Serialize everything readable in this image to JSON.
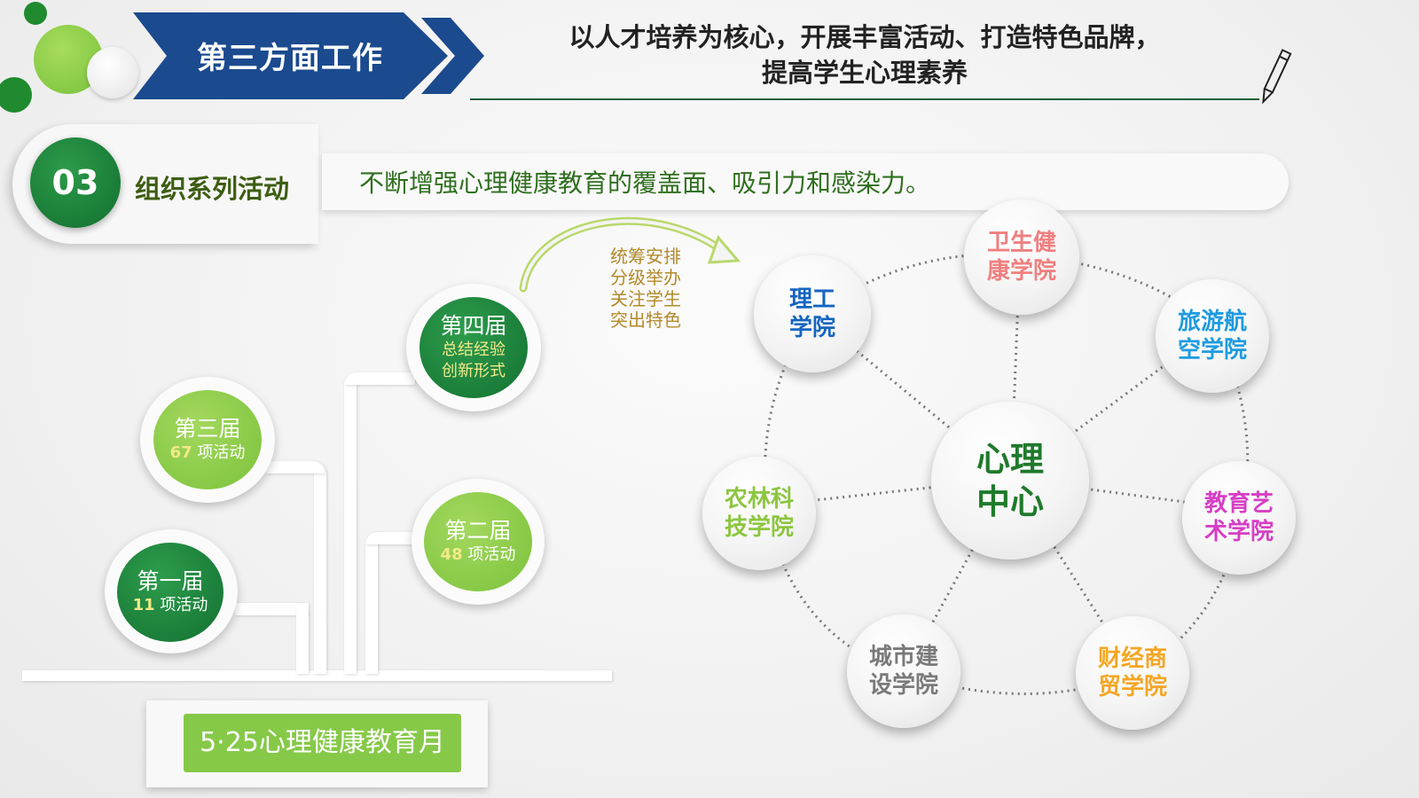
{
  "header": {
    "banner_title": "第三方面工作",
    "subtitle_line1": "以人才培养为核心，开展丰富活动、打造特色品牌，",
    "subtitle_line2": "提高学生心理素养",
    "pen_icon": "pen-icon"
  },
  "section": {
    "number": "03",
    "label": "组织系列活动",
    "description": "不断增强心理健康教育的覆盖面、吸引力和感染力。"
  },
  "tree": {
    "editions": [
      {
        "title": "第一届",
        "count": "11",
        "unit": "项活动"
      },
      {
        "title": "第二届",
        "count": "48",
        "unit": "项活动"
      },
      {
        "title": "第三届",
        "count": "67",
        "unit": "项活动"
      },
      {
        "title": "第四届",
        "line2": "总结经验",
        "line3": "创新形式"
      }
    ],
    "base_label": "5·25心理健康教育月",
    "arrow_notes": [
      "统筹安排",
      "分级举办",
      "关注学生",
      "突出特色"
    ]
  },
  "network": {
    "center": {
      "line1": "心理",
      "line2": "中心",
      "color": "#1f7a2b"
    },
    "nodes": [
      {
        "line1": "理工",
        "line2": "学院",
        "color": "#1565c0"
      },
      {
        "line1": "卫生健",
        "line2": "康学院",
        "color": "#f07f7f"
      },
      {
        "line1": "旅游航",
        "line2": "空学院",
        "color": "#1e9be0"
      },
      {
        "line1": "教育艺",
        "line2": "术学院",
        "color": "#d63ec4"
      },
      {
        "line1": "财经商",
        "line2": "贸学院",
        "color": "#f5a623"
      },
      {
        "line1": "城市建",
        "line2": "设学院",
        "color": "#7a7a7a"
      },
      {
        "line1": "农林科",
        "line2": "技学院",
        "color": "#8cc63f"
      }
    ]
  }
}
